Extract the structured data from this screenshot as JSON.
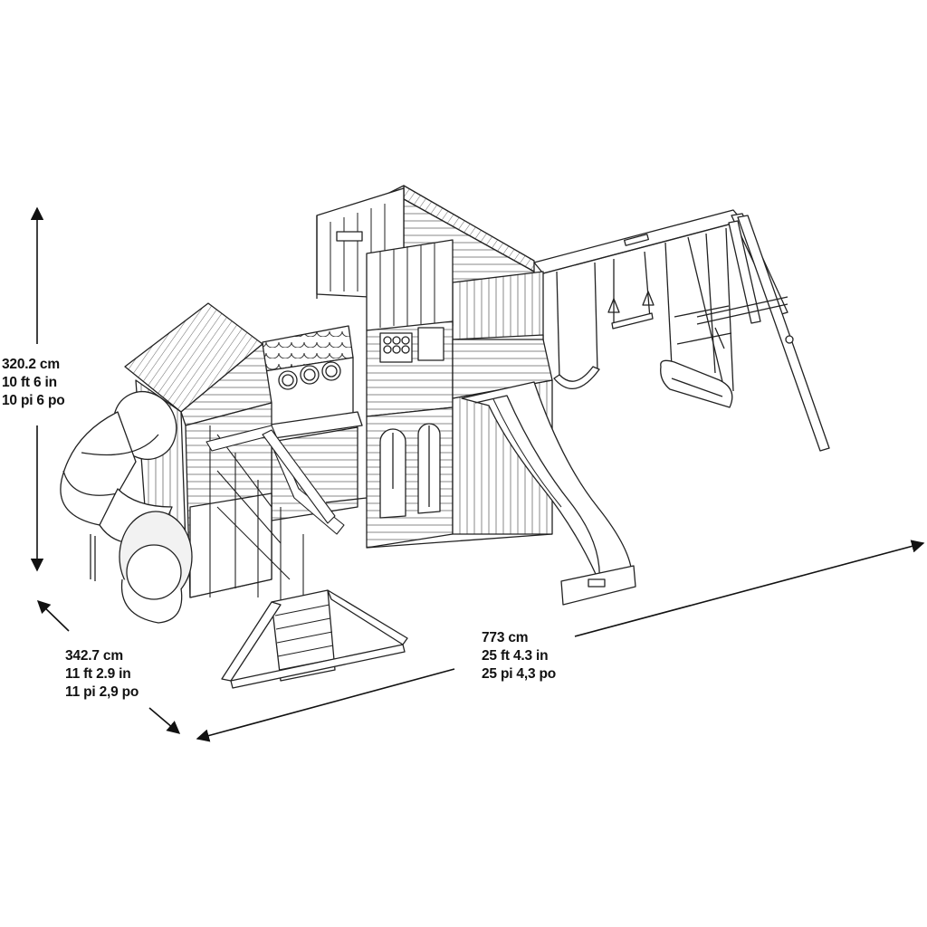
{
  "dimensions": {
    "height": {
      "metric": "320.2 cm",
      "imperial": "10 ft 6 in",
      "french": "10 pi 6 po"
    },
    "depth": {
      "metric": "342.7 cm",
      "imperial": "11 ft 2.9 in",
      "french": "11 pi 2,9 po"
    },
    "width": {
      "metric": "773 cm",
      "imperial": "25 ft 4.3 in",
      "french": "25 pi 4,3 po"
    }
  },
  "colors": {
    "line": "#222222",
    "fill": "#ffffff",
    "shade": "#f2f2f2"
  }
}
